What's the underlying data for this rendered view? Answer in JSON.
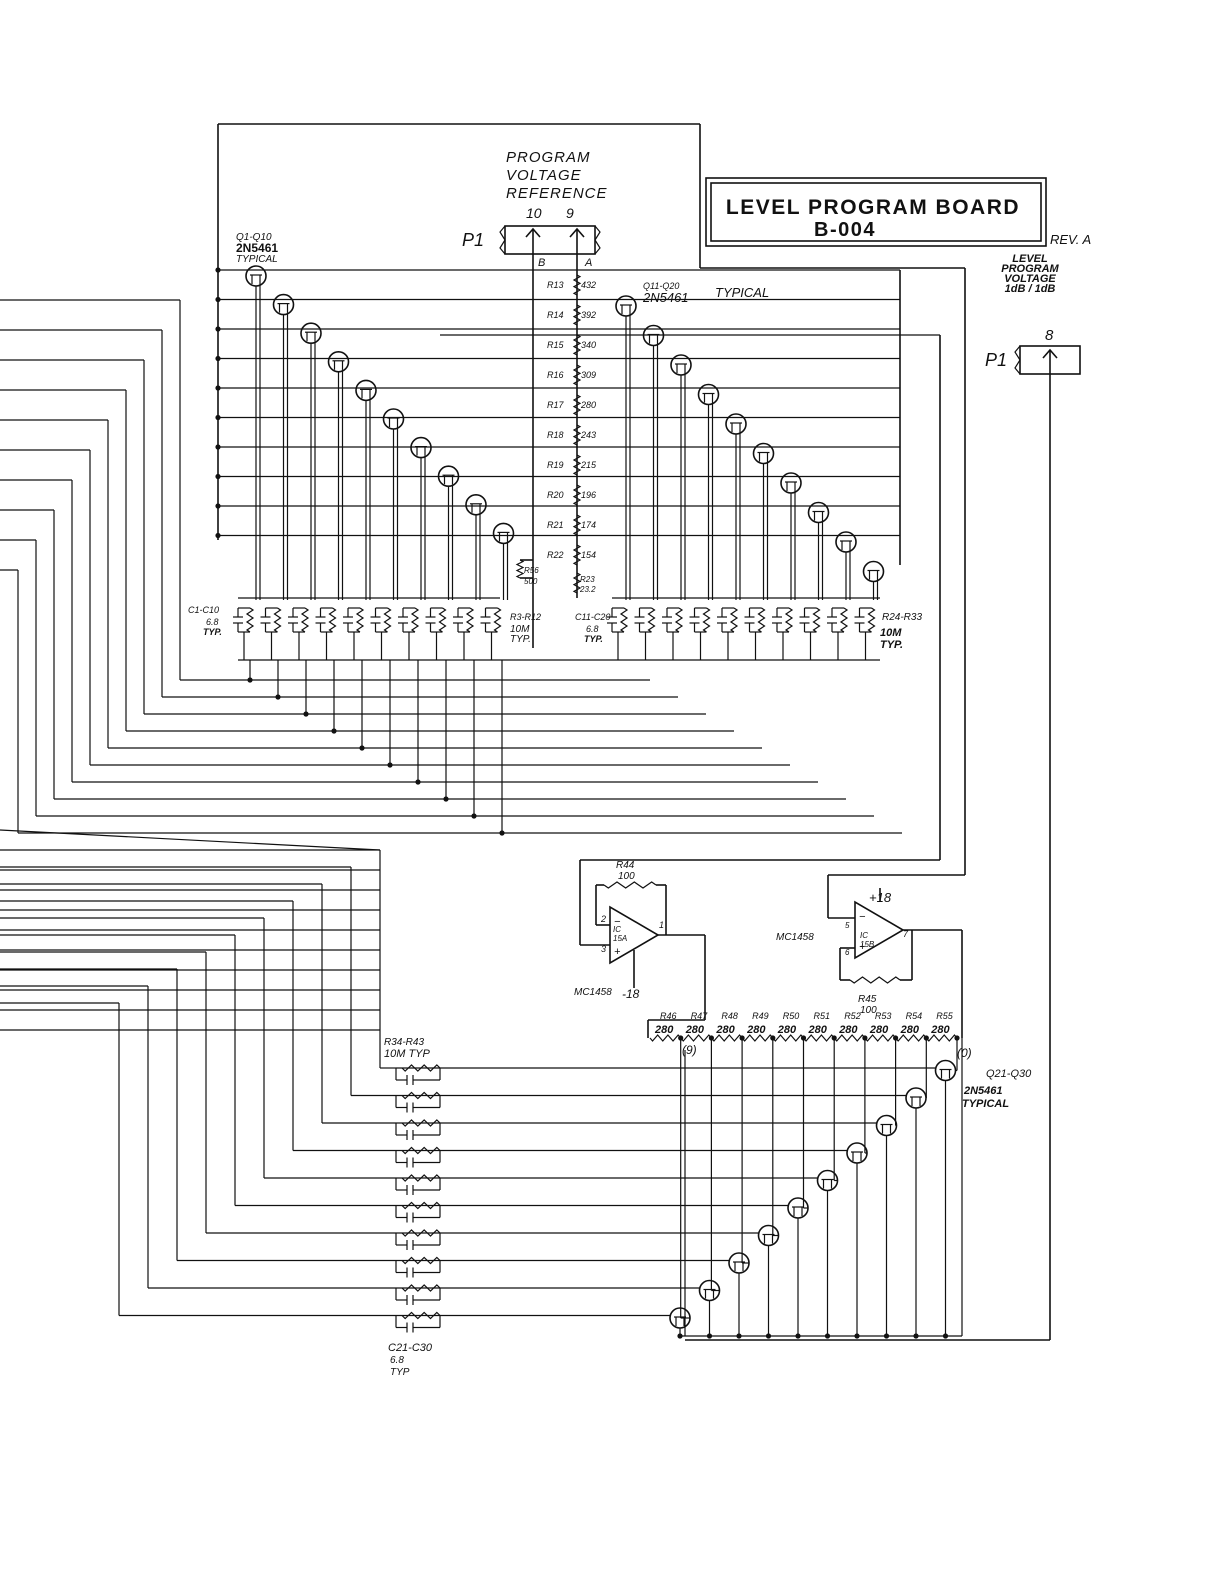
{
  "title_block": {
    "line1": "LEVEL PROGRAM BOARD",
    "line2": "B-004",
    "revision": "REV. A"
  },
  "connector_ref": {
    "label": "PROGRAM\nVOLTAGE\nREFERENCE",
    "connector": "P1",
    "pins": [
      "10",
      "9"
    ],
    "pin_letters": [
      "B",
      "A"
    ]
  },
  "connector_level": {
    "label": "LEVEL\nPROGRAM\nVOLTAGE\n1dB / 1dB",
    "connector": "P1",
    "pin": "8"
  },
  "divider": {
    "resistors": [
      {
        "ref": "R13",
        "value": "432"
      },
      {
        "ref": "R14",
        "value": "392"
      },
      {
        "ref": "R15",
        "value": "340"
      },
      {
        "ref": "R16",
        "value": "309"
      },
      {
        "ref": "R17",
        "value": "280"
      },
      {
        "ref": "R18",
        "value": "243"
      },
      {
        "ref": "R19",
        "value": "215"
      },
      {
        "ref": "R20",
        "value": "196"
      },
      {
        "ref": "R21",
        "value": "174"
      },
      {
        "ref": "R22",
        "value": "154"
      }
    ],
    "r23": {
      "ref": "R23",
      "value": "23.2"
    },
    "pot": {
      "ref": "R56",
      "value": "500"
    }
  },
  "left_bank": {
    "transistors": "Q1-Q10",
    "part": "2N5461",
    "note": "TYPICAL",
    "caps": "C1-C10",
    "cap_value": "6.8",
    "cap_note": "TYP.",
    "resistors": "R3-R12",
    "res_value": "10M",
    "res_note": "TYP."
  },
  "right_bank": {
    "transistors": "Q11-Q20",
    "part": "2N5461",
    "note": "TYPICAL",
    "caps": "C11-C20",
    "cap_value": "6.8",
    "cap_note": "TYP.",
    "resistors": "R24-R33",
    "res_value": "10M",
    "res_note": "TYP."
  },
  "opamp_a": {
    "name": "IC\n15A",
    "part": "MC1458",
    "feedback_ref": "R44",
    "feedback_value": "100",
    "supply": "-18",
    "pins": [
      "2",
      "3",
      "1"
    ]
  },
  "opamp_b": {
    "name": "IC\n15B",
    "part": "MC1458",
    "feedback_ref": "R45",
    "feedback_value": "100",
    "supply": "+18",
    "pins": [
      "5",
      "6",
      "7"
    ]
  },
  "bottom_ladder": {
    "refs": [
      "R46",
      "R47",
      "R48",
      "R49",
      "R50",
      "R51",
      "R52",
      "R53",
      "R54",
      "R55"
    ],
    "values": [
      "280",
      "280",
      "280",
      "280",
      "280",
      "280",
      "280",
      "280",
      "280",
      "280"
    ],
    "mark_low": "(9)",
    "mark_high": "(0)"
  },
  "bottom_bank": {
    "transistors": "Q21-Q30",
    "part": "2N5461",
    "note": "TYPICAL",
    "resistors": "R34-R43",
    "res_value": "10M TYP",
    "caps": "C21-C30",
    "cap_value": "6.8",
    "cap_note": "TYP"
  }
}
